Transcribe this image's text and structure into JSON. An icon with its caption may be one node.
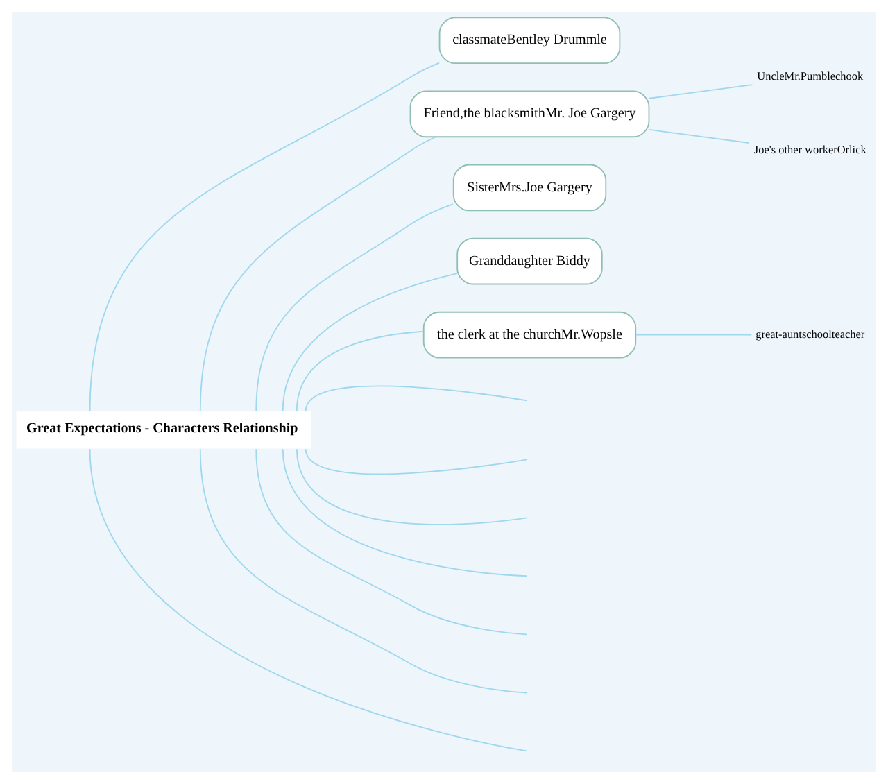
{
  "diagram": {
    "nodes": [
      {
        "text": [
          "Great Expectations - Characters Relationship"
        ]
      },
      {
        "text": [
          "classmateBentley Drummle"
        ]
      },
      {
        "text": [
          "Friend,the blacksmithMr. Joe Gargery"
        ]
      },
      {
        "text": [
          "UncleMr.Pumblechook"
        ]
      },
      {
        "text": [
          "Joe's other workerOrlick"
        ]
      },
      {
        "text": [
          "SisterMrs.Joe Gargery"
        ]
      },
      {
        "text": [
          "Granddaughter Biddy"
        ]
      },
      {
        "text": [
          "the clerk at the churchMr.Wopsle"
        ]
      },
      {
        "text": [
          "great-auntschoolteacher"
        ]
      }
    ],
    "edges": [
      {
        "from": 0,
        "to": 1,
        "arrow": "none"
      },
      {
        "from": 0,
        "to": 2,
        "arrow": "none"
      },
      {
        "from": 2,
        "to": 3,
        "arrow": "none"
      },
      {
        "from": 2,
        "to": 4,
        "arrow": "none"
      },
      {
        "from": 0,
        "to": 5,
        "arrow": "none"
      },
      {
        "from": 0,
        "to": 6,
        "arrow": "none"
      },
      {
        "from": 0,
        "to": 7,
        "arrow": "none"
      },
      {
        "from": 7,
        "to": 8,
        "arrow": "none"
      },
      {
        "from": 0,
        "to": null,
        "arrow": "none"
      },
      {
        "from": 0,
        "to": null,
        "arrow": "none"
      },
      {
        "from": 0,
        "to": null,
        "arrow": "none"
      },
      {
        "from": 0,
        "to": null,
        "arrow": "none"
      },
      {
        "from": 0,
        "to": null,
        "arrow": "none"
      },
      {
        "from": 0,
        "to": null,
        "arrow": "none"
      },
      {
        "from": 0,
        "to": null,
        "arrow": "none"
      }
    ]
  }
}
